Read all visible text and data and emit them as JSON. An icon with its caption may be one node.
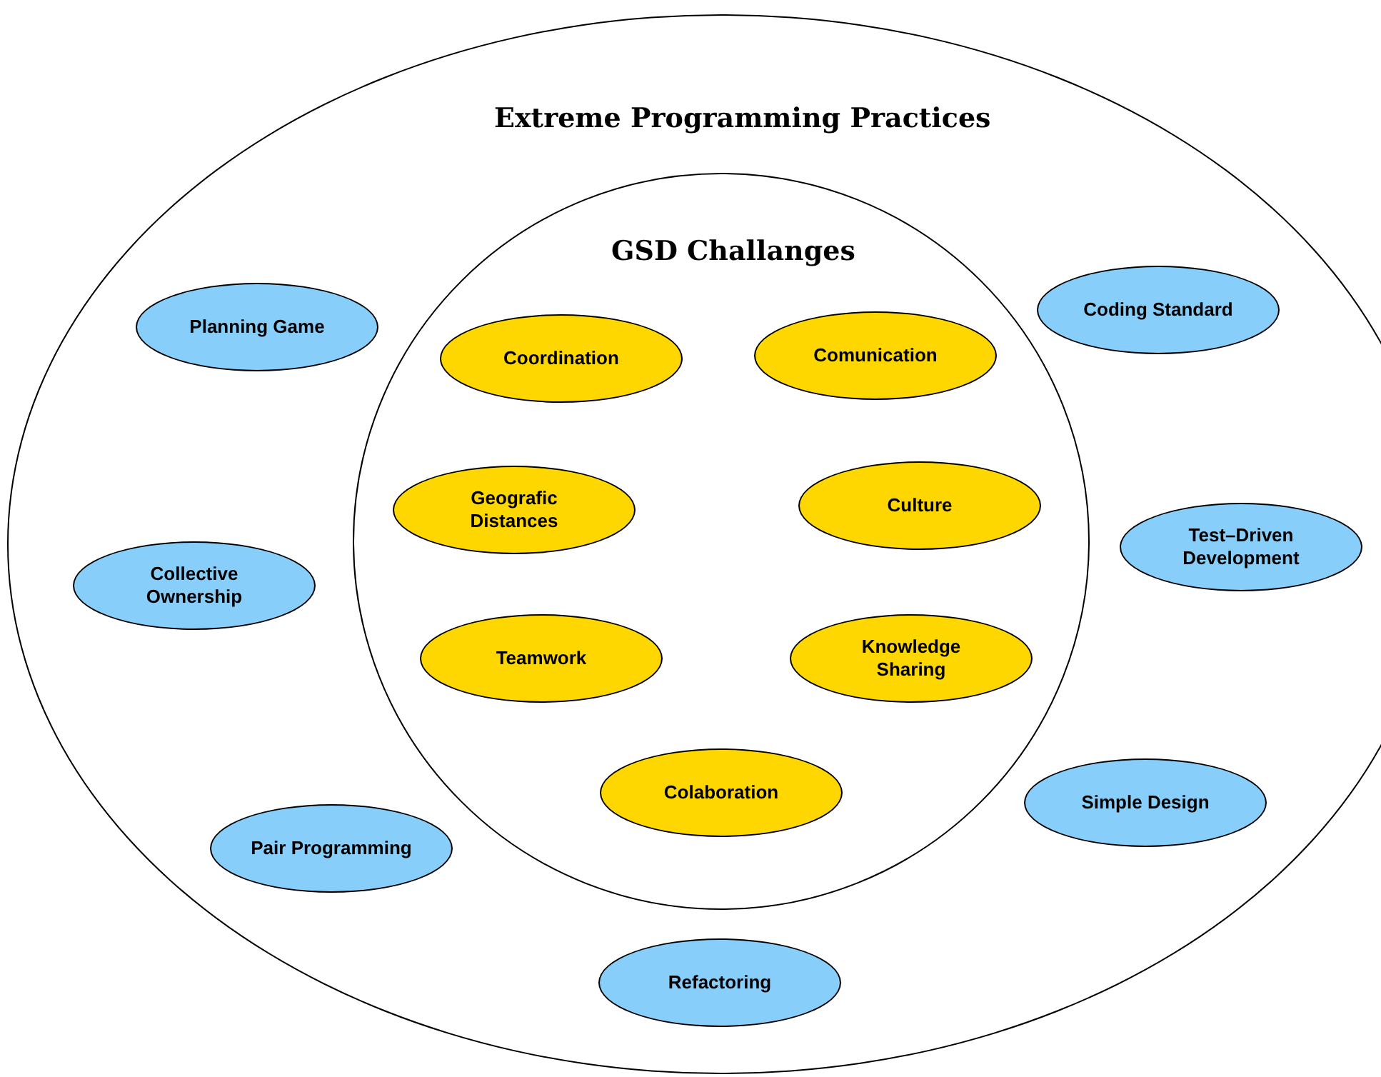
{
  "diagram": {
    "nodes": [
      {
        "text": [
          "Extreme Programming Practices"
        ]
      },
      {
        "text": [
          "GSD Challanges"
        ],
        "in": 0
      },
      {
        "text": [
          "Coordination"
        ],
        "in": 1
      },
      {
        "text": [
          "Comunication"
        ],
        "in": 1
      },
      {
        "text": [
          "Geografic Distances"
        ],
        "in": 1
      },
      {
        "text": [
          "Culture"
        ],
        "in": 1
      },
      {
        "text": [
          "Teamwork"
        ],
        "in": 1
      },
      {
        "text": [
          "Knowledge Sharing"
        ],
        "in": 1
      },
      {
        "text": [
          "Colaboration"
        ],
        "in": 1
      },
      {
        "text": [
          "Planning Game"
        ],
        "in": 0
      },
      {
        "text": [
          "Coding Standard"
        ],
        "in": 0
      },
      {
        "text": [
          "Collective Ownership"
        ],
        "in": 0
      },
      {
        "text": [
          "Test–Driven Development"
        ],
        "in": 0
      },
      {
        "text": [
          "Simple Design"
        ],
        "in": 0
      },
      {
        "text": [
          "Pair Programming"
        ],
        "in": 0
      },
      {
        "text": [
          "Refactoring"
        ],
        "in": 0
      }
    ]
  }
}
